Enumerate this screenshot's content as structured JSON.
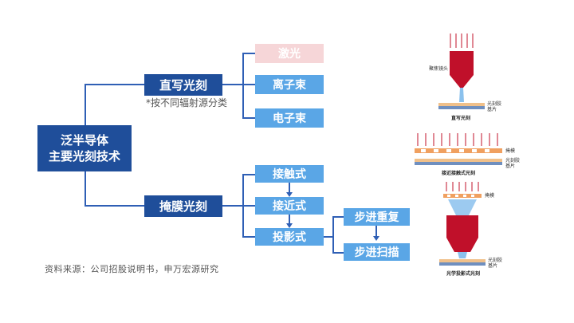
{
  "root": {
    "line1": "泛半导体",
    "line2": "主要光刻技术"
  },
  "direct_write": {
    "label": "直写光刻",
    "note": "*按不同辐射源分类",
    "children": [
      "激光",
      "离子束",
      "电子束"
    ]
  },
  "mask": {
    "label": "掩膜光刻",
    "children": [
      "接触式",
      "接近式",
      "投影式"
    ]
  },
  "projection": {
    "children": [
      "步进重复",
      "步进扫描"
    ]
  },
  "source_note": "资料来源：公司招股说明书，申万宏源研究",
  "illustrations": {
    "direct": {
      "head_label": "聚焦镜头",
      "layer_label": "光刻胶",
      "substrate_label": "基片",
      "caption": "直写光刻"
    },
    "proximity": {
      "mask_label": "掩模",
      "layer_label": "光刻胶",
      "substrate_label": "基片",
      "caption": "接近接触式光刻"
    },
    "projection": {
      "mask_label": "掩模",
      "layer_label": "光刻胶",
      "substrate_label": "基片",
      "caption": "光学投影式光刻"
    }
  },
  "colors": {
    "navy": "#1f4e9a",
    "light_blue": "#5aa6e6",
    "pink": "#f6d6d8",
    "connector": "#2f5fb5",
    "red": "#c0102a"
  }
}
